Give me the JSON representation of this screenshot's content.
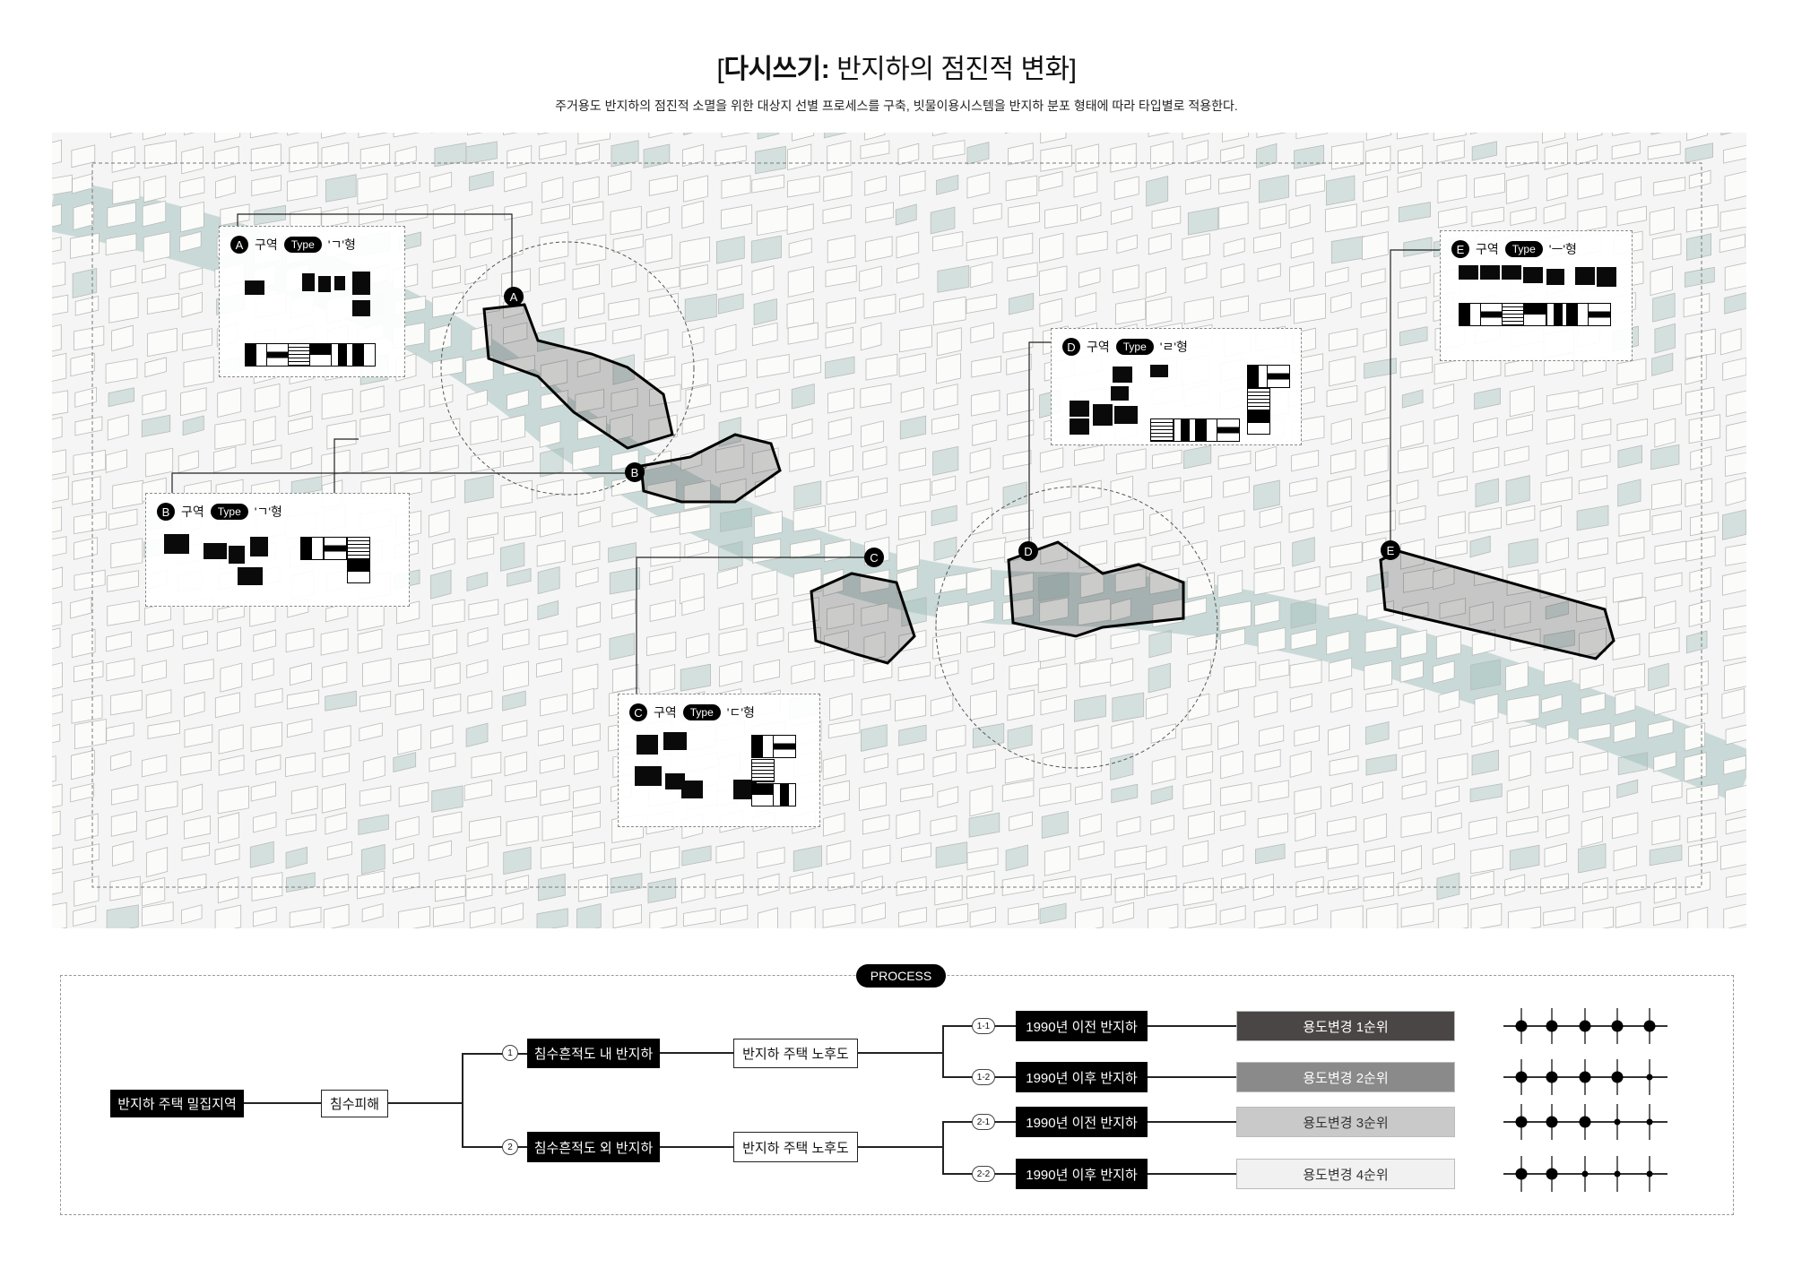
{
  "header": {
    "title_open": "[",
    "title_bold": "다시쓰기",
    "title_colon": ":",
    "title_rest": " 반지하의 점진적 변화",
    "title_close": "]",
    "subtitle": "주거용도 반지하의 점진적 소멸을 위한 대상지 선별 프로세스를 구축, 빗물이용시스템을 반지하 분포 형태에 따라 타입별로 적용한다."
  },
  "zones": [
    {
      "letter": "A",
      "label": "구역",
      "type": "Type",
      "shape": "'ㄱ'형"
    },
    {
      "letter": "B",
      "label": "구역",
      "type": "Type",
      "shape": "'ㄱ'형"
    },
    {
      "letter": "C",
      "label": "구역",
      "type": "Type",
      "shape": "'ㄷ'형"
    },
    {
      "letter": "D",
      "label": "구역",
      "type": "Type",
      "shape": "'ㄹ'형"
    },
    {
      "letter": "E",
      "label": "구역",
      "type": "Type",
      "shape": "'ㅡ'형"
    }
  ],
  "process": {
    "title": "PROCESS",
    "start": "반지하 주택 밀집지역",
    "damage": "침수피해",
    "branches": [
      {
        "num": "1",
        "label": "침수흔적도 내 반지하",
        "age": "반지하 주택 노후도"
      },
      {
        "num": "2",
        "label": "침수흔적도 외 반지하",
        "age": "반지하 주택 노후도"
      }
    ],
    "rows": [
      {
        "num": "1-1",
        "label": "1990년 이전 반지하",
        "result": "용도변경 1순위",
        "color": "#4a4646",
        "text_color": "#ffffff",
        "big_dots": 5
      },
      {
        "num": "1-2",
        "label": "1990년 이후 반지하",
        "result": "용도변경 2순위",
        "color": "#8a8a8a",
        "text_color": "#ffffff",
        "big_dots": 4
      },
      {
        "num": "2-1",
        "label": "1990년 이전 반지하",
        "result": "용도변경 3순위",
        "color": "#c8c9c8",
        "text_color": "#333333",
        "big_dots": 3
      },
      {
        "num": "2-2",
        "label": "1990년 이후 반지하",
        "result": "용도변경 4순위",
        "color": "#f1f1f1",
        "text_color": "#333333",
        "big_dots": 2
      }
    ]
  }
}
